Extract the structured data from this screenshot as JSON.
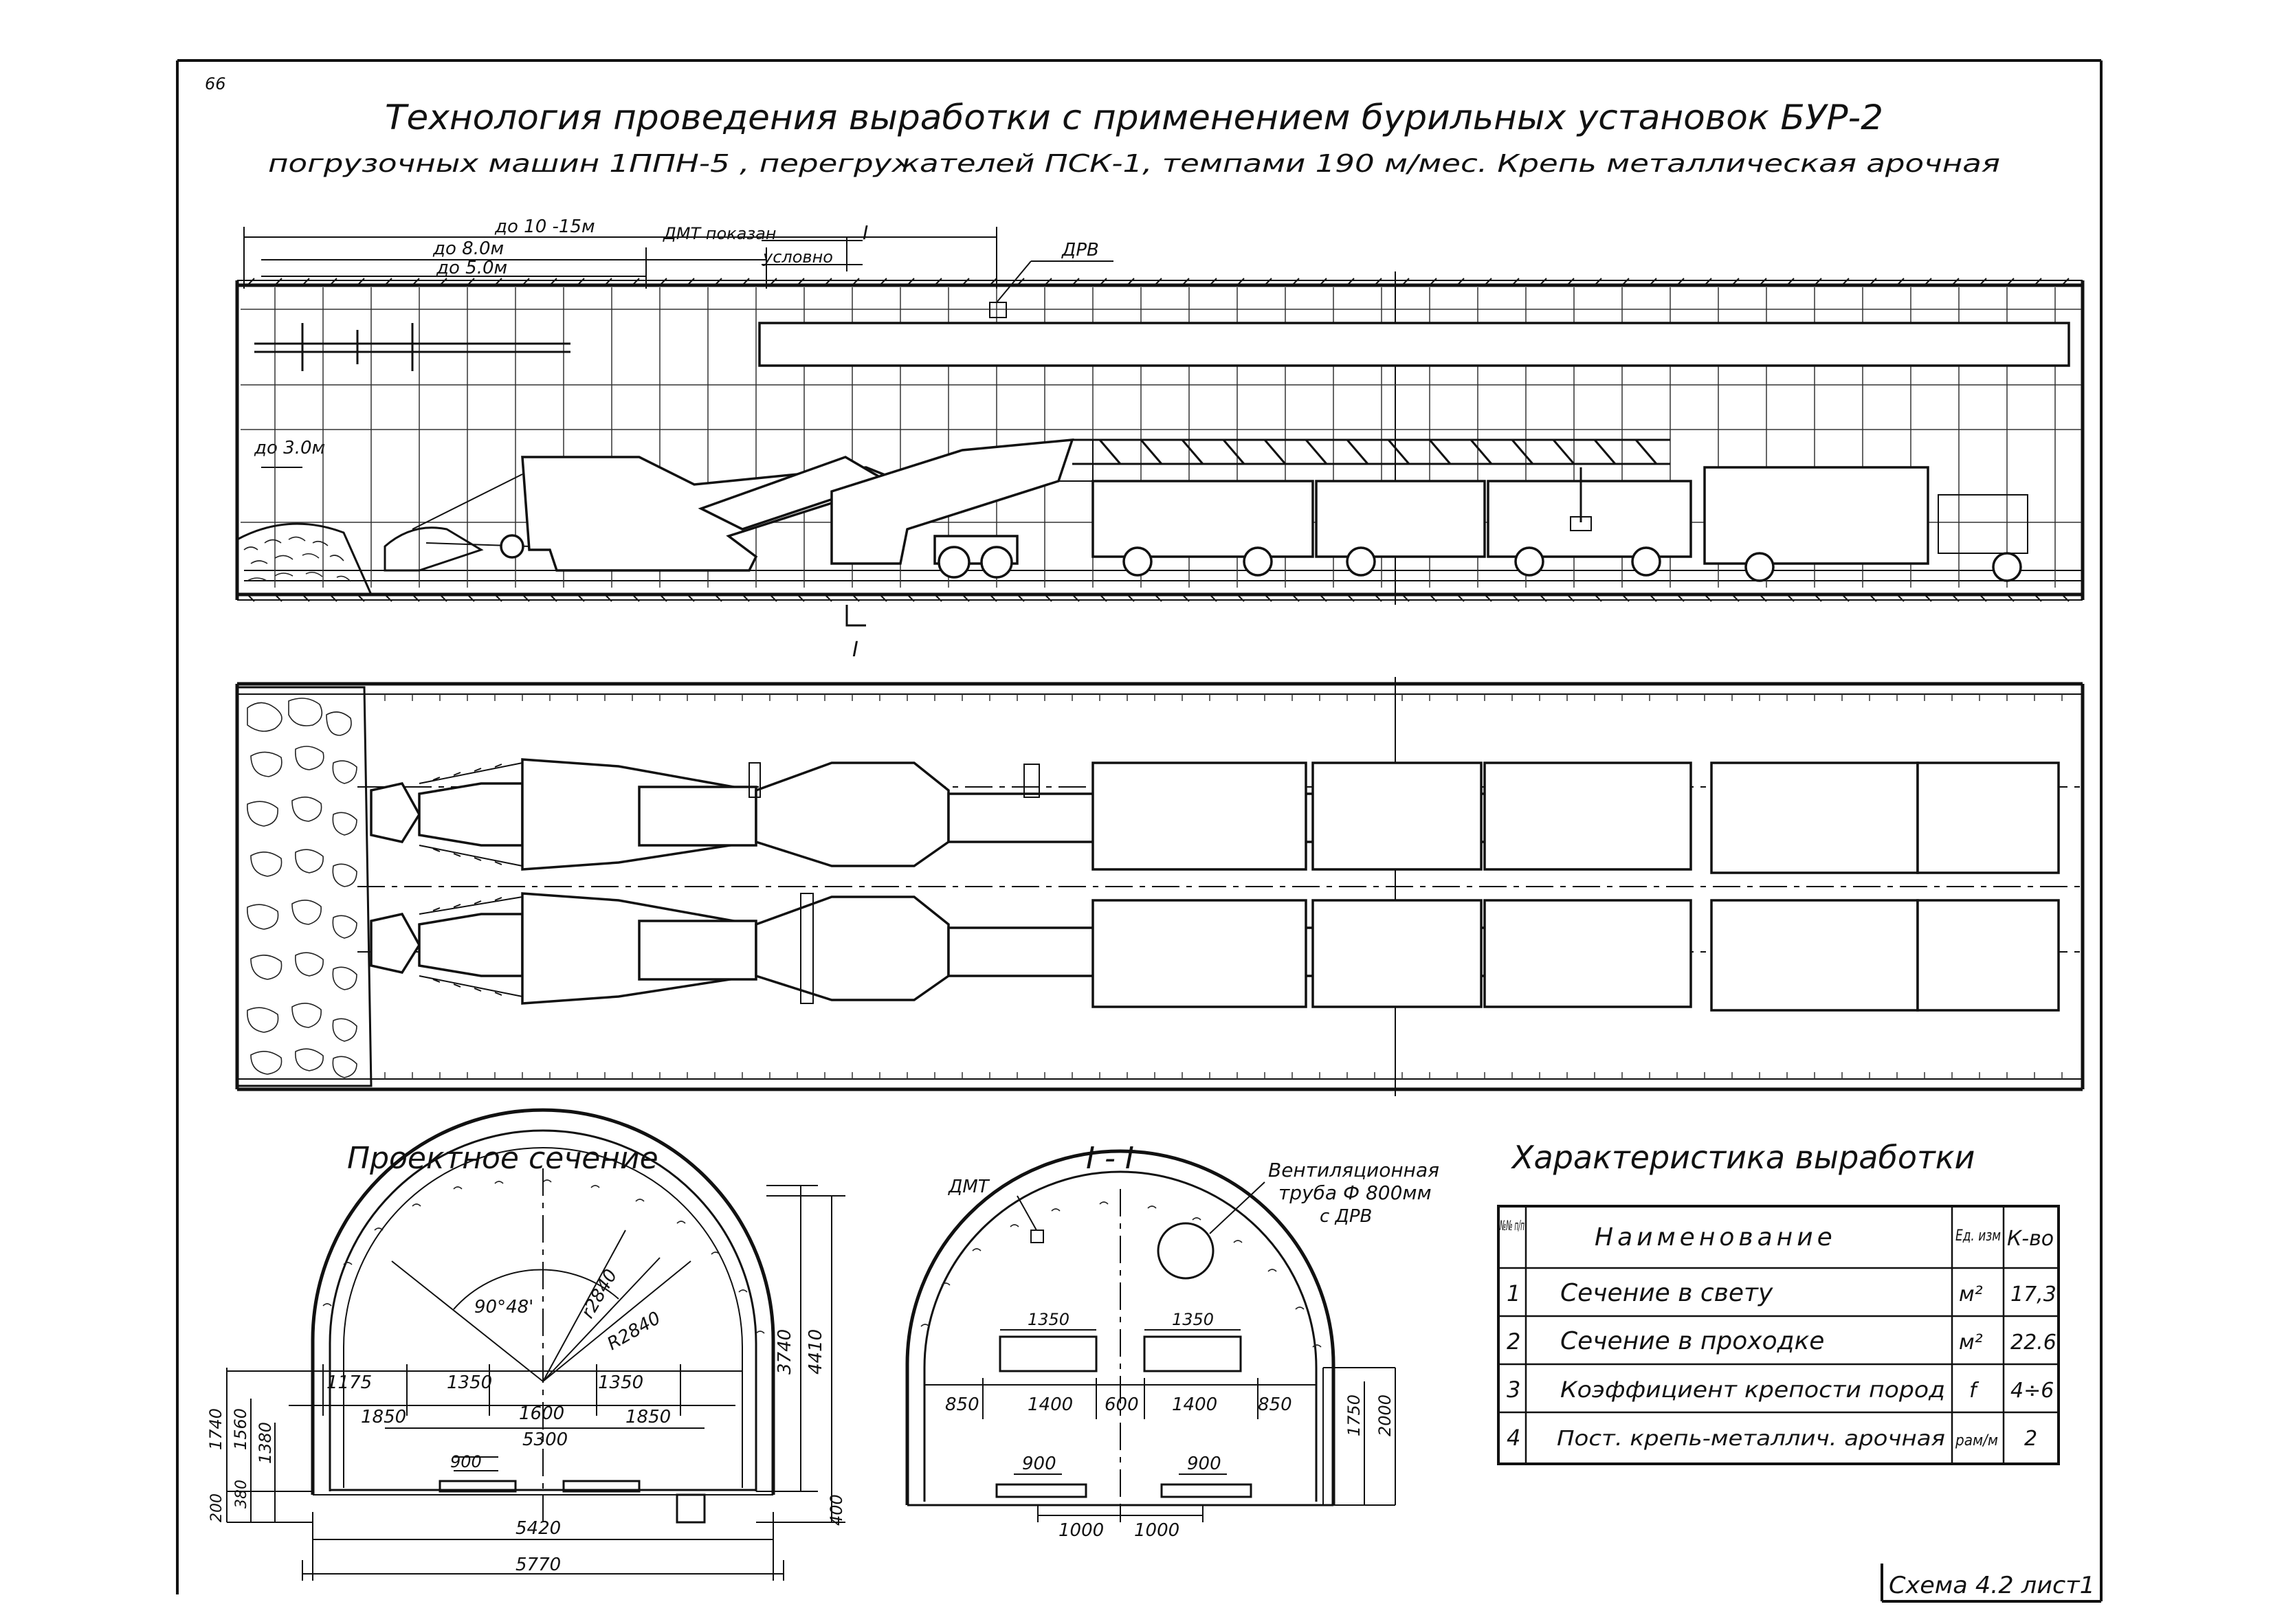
{
  "page_number": "66",
  "title_line1": "Технология проведения выработки с применением бурильных установок БУР-2",
  "title_line2": "погрузочных машин 1ППН-5 , перегружателей ПСК-1, темпами 190 м/мес. Крепь металлическая арочная",
  "profile": {
    "dim_top": "до 10 -15м",
    "dim_8": "до 8.0м",
    "dim_5": "до 5.0м",
    "dim_3": "до 3.0м",
    "dmt_note_1": "ДМТ показан",
    "dmt_note_2": "условно",
    "section_mark": "I",
    "drv": "ДРВ"
  },
  "project_section": {
    "title": "Проектное сечение",
    "angle": "90°48'",
    "r1": "r2840",
    "r2": "R2840",
    "dims_row1": [
      "1175",
      "1350",
      "1350"
    ],
    "dims_row2": [
      "1850",
      "1600",
      "1850"
    ],
    "d5300": "5300",
    "d900": "900",
    "d5420": "5420",
    "d5770": "5770",
    "d3740": "3740",
    "d4410": "4410",
    "d400": "400",
    "left_dims": [
      "1740",
      "1560",
      "1380",
      "380",
      "200"
    ]
  },
  "section_1_1": {
    "title": "I - I",
    "dmt": "ДМТ",
    "vent_1": "Вентиляционная",
    "vent_2": "труба Ф 800мм",
    "vent_3": "с ДРВ",
    "d1350a": "1350",
    "d1350b": "1350",
    "row": [
      "850",
      "1400",
      "600",
      "1400",
      "850"
    ],
    "d900a": "900",
    "d900b": "900",
    "d1000a": "1000",
    "d1000b": "1000",
    "d1750": "1750",
    "d2000": "2000"
  },
  "characteristics": {
    "title": "Характеристика выработки",
    "headers": [
      "№№ п/п",
      "Наименование",
      "Ед. изм",
      "К-во"
    ],
    "rows": [
      {
        "n": "1",
        "name": "Сечение в свету",
        "unit": "м²",
        "qty": "17,3"
      },
      {
        "n": "2",
        "name": "Сечение в проходке",
        "unit": "м²",
        "qty": "22.6"
      },
      {
        "n": "3",
        "name": "Коэффициент крепости пород",
        "unit": "f",
        "qty": "4÷6"
      },
      {
        "n": "4",
        "name": "Пост. крепь-металлич. арочная",
        "unit": "рам/м",
        "qty": "2"
      }
    ]
  },
  "schema_label": "Схема 4.2 лист1"
}
